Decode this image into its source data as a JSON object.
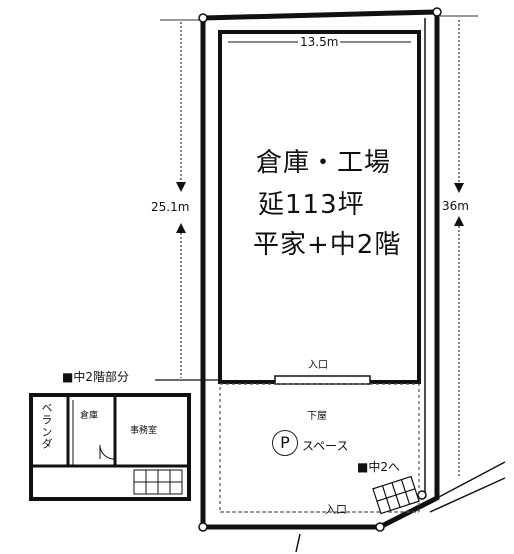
{
  "dimensions": {
    "top_width": "13.5m",
    "left_height": "25.1m",
    "right_height": "36m"
  },
  "warehouse": {
    "line1": "倉庫・工場",
    "line2": "延113坪",
    "line3": "平家+中2階",
    "entrance": "入口"
  },
  "yard": {
    "label": "下屋",
    "parking_symbol": "P",
    "parking_label": "スペース",
    "entrance": "入口"
  },
  "mezzanine_note": "■中2階部分",
  "mezzanine_access": "■中2へ",
  "mezzanine": {
    "veranda": "ベランダ",
    "storage": "倉庫",
    "office": "事務室"
  }
}
